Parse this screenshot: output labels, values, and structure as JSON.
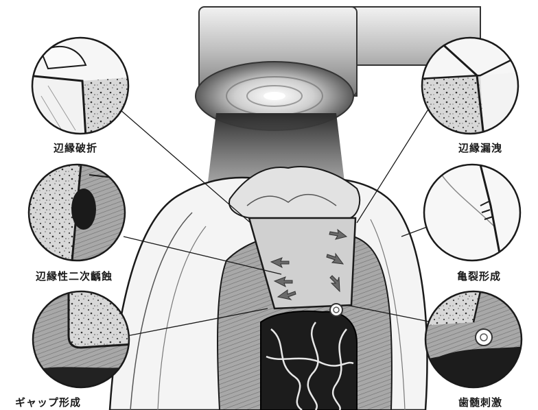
{
  "labels": {
    "marginal_fracture": "辺縁破折",
    "marginal_leakage": "辺縁漏洩",
    "secondary_caries": "辺縁性二次齲蝕",
    "crack_formation": "亀裂形成",
    "gap_formation": "ギャップ形成",
    "pulp_irritation": "歯髄刺激"
  },
  "colors": {
    "ink": "#1a1a1a",
    "enamel": "#f4f4f4",
    "dentin": "#9a9a9a",
    "pulp": "#1c1c1c",
    "restoration": "#cfcfcf",
    "light_beam": "#3a3a3a",
    "lamp_body": "#b8b8b8"
  }
}
